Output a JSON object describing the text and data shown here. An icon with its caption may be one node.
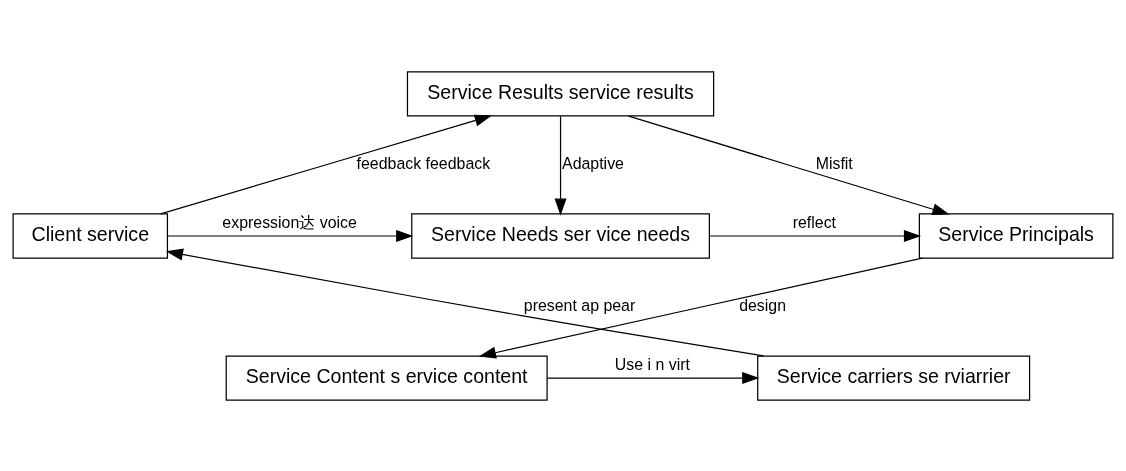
{
  "diagram": {
    "nodes": [
      {
        "text": [
          "Service Results service results"
        ]
      },
      {
        "text": [
          "Client service"
        ]
      },
      {
        "text": [
          "Service Needs ser vice needs"
        ]
      },
      {
        "text": [
          "Service Principals"
        ]
      },
      {
        "text": [
          "Service carriers se rviarrier"
        ]
      },
      {
        "text": [
          "Service Content s ervice content"
        ]
      }
    ],
    "edges": [
      {
        "from": 1,
        "to": 0,
        "arrow": "to",
        "label": "feedback feedback"
      },
      {
        "from": 0,
        "to": 2,
        "arrow": "to",
        "label": "Adaptive"
      },
      {
        "from": 0,
        "to": 3,
        "arrow": "to",
        "label": "Misfit"
      },
      {
        "from": 1,
        "to": 2,
        "arrow": "to",
        "label": "expression达 voice"
      },
      {
        "from": 2,
        "to": 3,
        "arrow": "to",
        "label": "reflect"
      },
      {
        "from": 3,
        "to": 5,
        "arrow": "to",
        "label": "design"
      },
      {
        "from": 5,
        "to": 4,
        "arrow": "to",
        "label": "Use i n virt"
      },
      {
        "from": 4,
        "to": 1,
        "arrow": "to",
        "label": "present ap pear"
      }
    ]
  }
}
